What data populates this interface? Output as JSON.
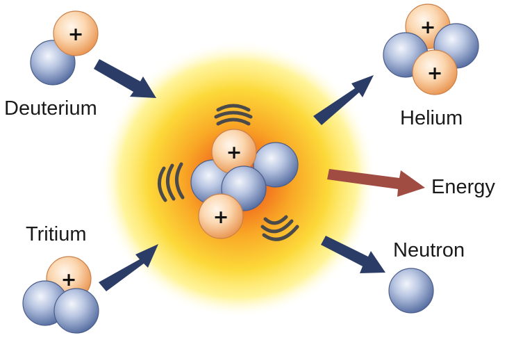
{
  "labels": {
    "deuterium": "Deuterium",
    "tritium": "Tritium",
    "helium": "Helium",
    "energy": "Energy",
    "neutron": "Neutron"
  },
  "proton_symbol": "+",
  "colors": {
    "proton": "#f4b47e",
    "neutron": "#8a9ec6",
    "input_arrow": "#2b3d66",
    "energy_arrow": "#a14c43",
    "glow_center": "#e8441c",
    "glow_outer": "#fff07a",
    "vibration_marks": "#4a4a4a"
  }
}
